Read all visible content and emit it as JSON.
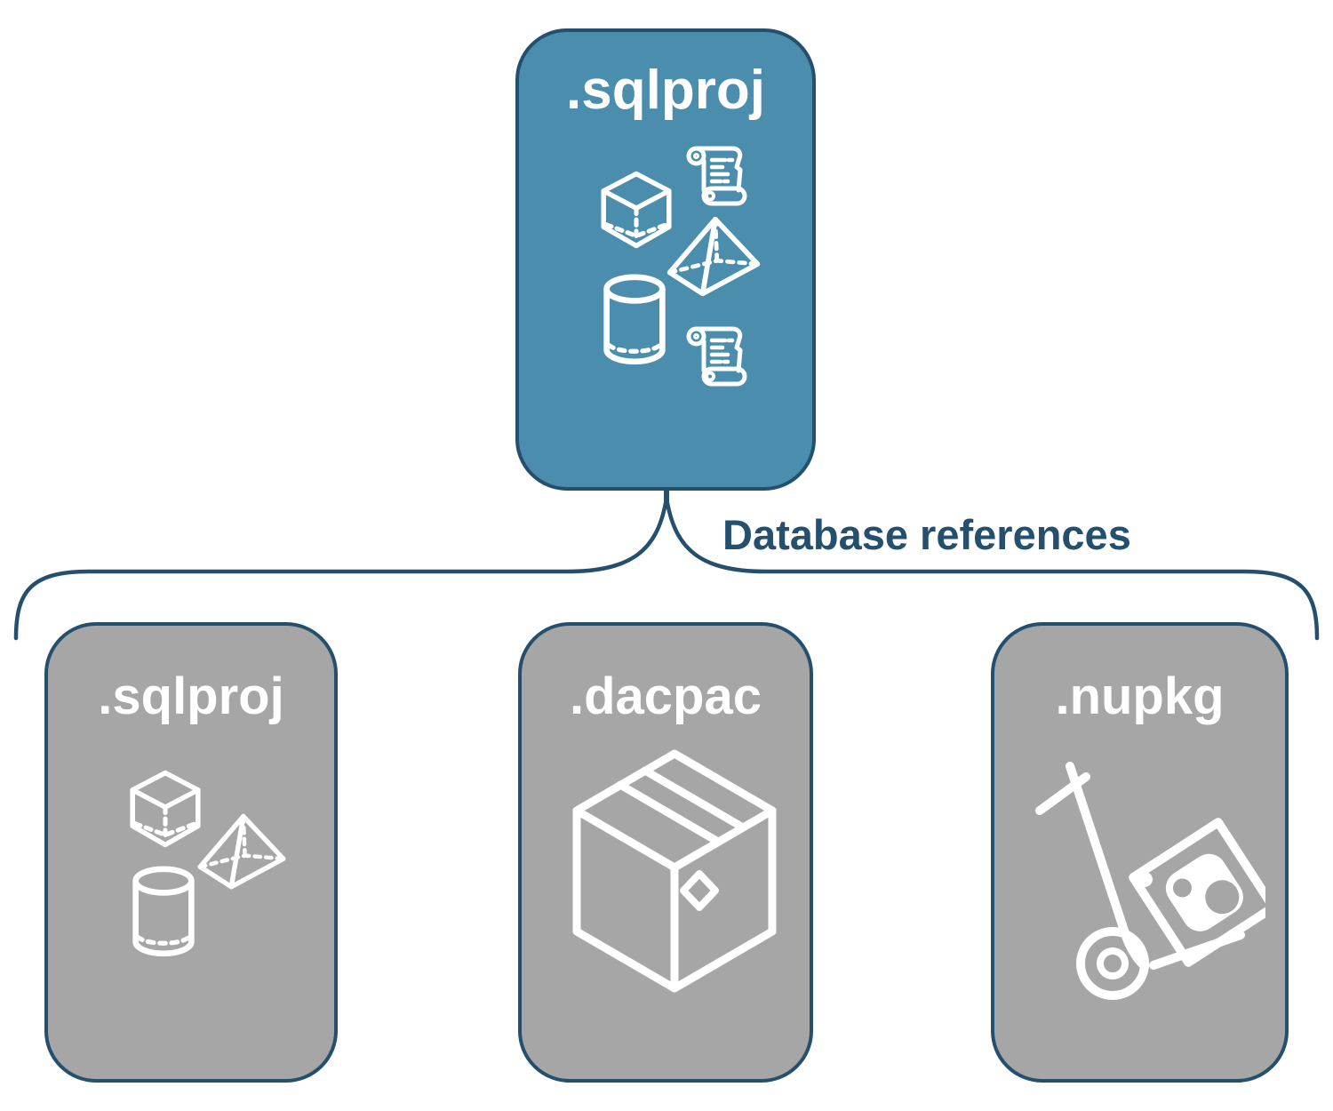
{
  "diagram": {
    "root": {
      "label": ".sqlproj",
      "icons": [
        "scroll-icon",
        "cube-icon",
        "pyramid-icon",
        "cylinder-icon",
        "scroll-icon"
      ]
    },
    "connector": {
      "label": "Database references"
    },
    "children": [
      {
        "label": ".sqlproj",
        "icons": [
          "cube-icon",
          "pyramid-icon",
          "cylinder-icon"
        ]
      },
      {
        "label": ".dacpac",
        "icons": [
          "package-box-icon"
        ]
      },
      {
        "label": ".nupkg",
        "icons": [
          "hand-truck-icon",
          "nuget-logo-icon"
        ]
      }
    ],
    "colors": {
      "accent_fill": "#4A8DAD",
      "outline_and_text": "#24506E",
      "muted_fill": "#A6A6A6",
      "icon_stroke": "#FFFFFF",
      "background": "#FFFFFF"
    }
  }
}
